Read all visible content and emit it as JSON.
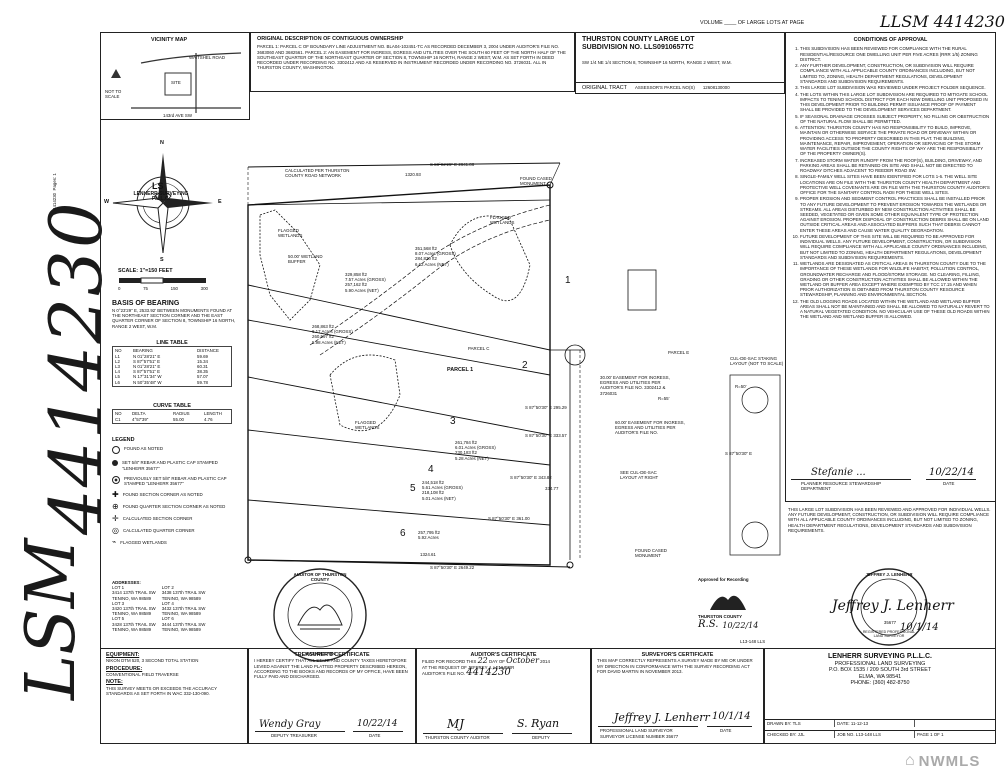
{
  "recording_number": "4414230",
  "lsm_label": "LSM",
  "margin_tiny": {
    "line1": "4414230",
    "line2": "Pages: 1"
  },
  "header": {
    "volume_text": "VOLUME ____ OF LARGE LOTS AT PAGE",
    "volume_handwritten": "LLSM 4414230"
  },
  "vicinity": {
    "title": "VICINITY MAP",
    "road": "WAITSHEL ROAD",
    "site": "SITE",
    "not_to_scale": "NOT TO SCALE",
    "road2": "143rd AVE SW"
  },
  "original_description": {
    "title": "ORIGINAL DESCRIPTION OF CONTIGUOUS OWNERSHIP",
    "text": "PARCEL 1: PARCEL C OF BOUNDARY LINE ADJUSTMENT NO. BLA04-102451-TC AS RECORDED DECEMBER 3, 2004 UNDER AUDITOR'S FILE NO. 3683060 AND 3682561. PARCEL 2: AN EASEMENT FOR INGRESS, EGRESS AND UTILITIES OVER THE SOUTH 60 FEET OF THE NORTH HALF OF THE SOUTHEAST QUARTER OF THE NORTHEAST QUARTER OF SECTION 8, TOWNSHIP 16 NORTH, RANGE 2 WEST, W.M. AS SET FORTH IN DEED RECORDED UNDER RECORDING NO. 3302412 AND AS RESERVED IN INSTRUMENT RECORDED UNDER RECORDING NO. 3726031. ALL IN THURSTON COUNTY, WASHINGTON."
  },
  "subdivision": {
    "line1": "THURSTON COUNTY LARGE LOT",
    "line2": "SUBDIVISION NO. LLS0910657TC",
    "location": "SW 1/4 NE 1/4 SECTION 8, TOWNSHIP 16 NORTH, RANGE 2 WEST, W.M.",
    "original_tract_label": "ORIGINAL TRACT",
    "assessor_label": "ASSESSOR'S PARCEL NO(S)",
    "assessor_no": "12608130000"
  },
  "conditions": {
    "title": "CONDITIONS OF APPROVAL",
    "items": [
      "THIS SUBDIVISION HAS BEEN REVIEWED FOR COMPLIANCE WITH THE RURAL RESIDENTIAL/RESOURCE ONE DWELLING UNIT PER FIVE ACRES (RRR 1/5) ZONING DISTRICT.",
      "ANY FURTHER DEVELOPMENT, CONSTRUCTION, OR SUBDIVISION WILL REQUIRE COMPLIANCE WITH ALL APPLICABLE COUNTY ORDINANCES INCLUDING, BUT NOT LIMITED TO, ZONING, HEALTH DEPARTMENT REGULATIONS, DEVELOPMENT STANDARDS AND SUBDIVISION REQUIREMENTS.",
      "THIS LARGE LOT SUBDIVISION WAS REVIEWED UNDER PROJECT FOLDER SEQUENCE.",
      "THE LOTS WITHIN THIS LARGE LOT SUBDIVISION ARE REQUIRED TO MITIGATE SCHOOL IMPACTS TO TENINO SCHOOL DISTRICT FOR EACH NEW DWELLING UNIT PROPOSED IN THIS DEVELOPMENT PRIOR TO BUILDING PERMIT ISSUANCE PROOF OF PAYMENT SHALL BE PROVIDED TO THE DEVELOPMENT SERVICES DEPARTMENT.",
      "IF SEASONAL DRAINAGE CROSSES SUBJECT PROPERTY, NO FILLING OR OBSTRUCTION OF THE NATURAL FLOW SHALL BE PERMITTED.",
      "ATTENTION: THURSTON COUNTY HAS NO RESPONSIBILITY TO BUILD, IMPROVE, MAINTAIN OR OTHERWISE SERVICE THE PRIVATE ROAD OR DRIVEWAY WITHIN OR PROVIDING ACCESS TO PROPERTY DESCRIBED IN THIS PLAT. THE BUILDING, MAINTENANCE, REPAIR, IMPROVEMENT, OPERATION OR SERVICING OF THE STORM WATER FACILITIES OUTSIDE THE COUNTY RIGHTS OF WAY ARE THE RESPONSIBILITY OF THE PROPERTY OWNER(S).",
      "INCREASED STORM WATER RUNOFF FROM THE ROOF(S), BUILDING, DRIVEWAY, AND PARKING AREAS SHALL BE RETAINED ON SITE AND SHALL NOT BE DIRECTED TO ROADWAY DITCHES ADJACENT TO REEDER ROAD SW.",
      "SINGLE-FAMILY WELL SITES HAVE BEEN IDENTIFIED FOR LOTS 1-6. THE WELL SITE LOCATIONS ARE ON FILE WITH THE THURSTON COUNTY HEALTH DEPARTMENT AND PROTECTIVE WELL COVENANTS ARE ON FILE WITH THE THURSTON COUNTY AUDITOR'S OFFICE FOR THE SANITARY CONTROL RADII FOR THESE WELL SITES.",
      "PROPER EROSION AND SEDIMENT CONTROL PRACTICES SHALL BE INSTALLED PRIOR TO ANY FUTURE DEVELOPMENT TO PREVENT EROSION TOWARDS THE WETLANDS OR STREAMS. ALL AREAS DISTURBED BY NEW CONSTRUCTION ACTIVITIES SHALL BE SEEDED, VEGETATED OR GIVEN SOME OTHER EQUIVALENT TYPE OF PROTECTION AGAINST EROSION. PROPER DISPOSAL OF CONSTRUCTION DEBRIS SHALL BE ON LAND OUTSIDE CRITICAL AREAS AND ASSOCIATED BUFFERS SUCH THAT DEBRIS CANNOT ENTER THESE AREAS AND CAUSE WATER QUALITY DEGRADATION.",
      "FUTURE DEVELOPMENT OF THIS SITE WILL BE REQUIRED TO BE APPROVED FOR INDIVIDUAL WELLS. ANY FUTURE DEVELOPMENT, CONSTRUCTION, OR SUBDIVISION WILL REQUIRE COMPLIANCE WITH ALL APPLICABLE COUNTY ORDINANCES INCLUDING, BUT NOT LIMITED TO ZONING, HEALTH DEPARTMENT REGULATIONS, DEVELOPMENT STANDARDS AND SUBDIVISION REQUIREMENTS.",
      "WETLANDS ARE DESIGNATED AS CRITICAL AREAS IN THURSTON COUNTY DUE TO THE IMPORTANCE OF THESE WETLANDS FOR WILDLIFE HABITAT, POLLUTION CONTROL, GROUNDWATER RECHARGE AND FLOOD/STORM STORAGE. NO CLEARING, FILLING, GRADING OR OTHER CONSTRUCTION ACTIVITIES SHALL BE ALLOWED WITHIN THE WETLAND OR BUFFER AREA EXCEPT WHERE EXEMPTED BY TCC 17.15 AND WHEN PRIOR AUTHORIZATION IS OBTAINED FROM THURSTON COUNTY RESOURCE STEWARDSHIP, PLANNING AND ENVIRONMENTAL SECTION.",
      "THE OLD LOGGING ROADS LOCATED WITHIN THE WETLAND AND WETLAND BUFFER AREAS SHALL NOT BE MAINTAINED AND SHALL BE ALLOWED TO NATURALLY REVERT TO A NATURAL VEGETATED CONDITION. NO VEHICULAR USE OF THESE OLD ROADS WITHIN THE WETLAND AND WETLAND BUFFER IS ALLOWED."
    ],
    "planner_label": "PLANNER RESOURCE STEWARDSHIP DEPARTMENT",
    "date_label": "DATE",
    "planner_signature": "Stefanie ...",
    "planner_date": "10/22/14"
  },
  "approval_note": "THIS LARGE LOT SUBDIVISION HAS BEEN REVIEWED AND APPROVED FOR INDIVIDUAL WELLS. ANY FUTURE DEVELOPMENT, CONSTRUCTION, OR SUBDIVISION WILL REQUIRE COMPLIANCE WITH ALL APPLICABLE COUNTY ORDINANCES INCLUDING, BUT NOT LIMITED TO ZONING, HEALTH DEPARTMENT REGULATIONS, DEVELOPMENT STANDARDS AND SUBDIVISION REQUIREMENTS.",
  "compass": {
    "n": "N",
    "s": "S",
    "e": "E",
    "w": "W",
    "company": "LENHERR SURVEYING P.L.L.C.",
    "initials": "LS"
  },
  "scale": {
    "label": "SCALE: 1\"=150 FEET",
    "ticks": [
      "0",
      "75",
      "150",
      "300"
    ]
  },
  "basis_of_bearing": {
    "title": "BASIS OF BEARING",
    "text": "N 0°23'29\" E, 2533.92' BETWEEN MONUMENTS FOUND AT THE NORTHEAST SECTION CORNER AND THE EAST QUARTER CORNER OF SECTION 8, TOWNSHIP 16 NORTH, RANGE 2 WEST, W.M."
  },
  "line_table": {
    "title": "LINE TABLE",
    "headers": [
      "NO",
      "BEARING",
      "DISTANCE"
    ],
    "rows": [
      [
        "L1",
        "N 01°28'21\" E",
        "59.69"
      ],
      [
        "L2",
        "S 87°57'51\" E",
        "15.34"
      ],
      [
        "L3",
        "N 01°28'21\" E",
        "60.31"
      ],
      [
        "L4",
        "S 87°57'51\" E",
        "38.35"
      ],
      [
        "L5",
        "N 17°31'34\" W",
        "57.07"
      ],
      [
        "L6",
        "N 50°35'48\" W",
        "59.78"
      ]
    ]
  },
  "curve_table": {
    "title": "CURVE TABLE",
    "headers": [
      "NO",
      "DELTA",
      "RADIUS",
      "LENGTH"
    ],
    "rows": [
      [
        "C1",
        "4°57'39\"",
        "55.00",
        "4.76"
      ]
    ]
  },
  "legend": {
    "title": "LEGEND",
    "items": [
      "FOUND AS NOTED",
      "SET 5/8\" REBAR AND PLASTIC CAP STAMPED \"LENHERR 35677\"",
      "PREVIOUSLY SET 5/8\" REBAR AND PLASTIC CAP STAMPED \"LENHERR 35677\"",
      "FOUND SECTION CORNER AS NOTED",
      "FOUND QUARTER SECTION CORNER AS NOTED",
      "CALCULATED SECTION CORNER",
      "CALCULATED QUARTER CORNER",
      "FLAGGED WETLANDS"
    ]
  },
  "addresses": {
    "title": "ADDRESSES:",
    "col1": [
      "LOT 1",
      "3414 137th TRAIL SW",
      "TENINO, WA 98589",
      "LOT 3",
      "3420 137th TRAIL SW",
      "TENINO, WA 98589",
      "LOT 5",
      "3428 137th TRAIL SW",
      "TENINO, WA 98589"
    ],
    "col2": [
      "LOT 2",
      "3438 137th TRAIL SW",
      "TENINO, WA 98589",
      "LOT 4",
      "3432 137th TRAIL SW",
      "TENINO, WA 98589",
      "LOT 6",
      "3444 137th TRAIL SW",
      "TENINO, WA 98589"
    ]
  },
  "map": {
    "lots": [
      "1",
      "2",
      "3",
      "4",
      "5",
      "6"
    ],
    "parcel_label": "PARCEL 1",
    "parcel_c": "PARCEL C",
    "parcel_e": "PARCEL E",
    "top_bearing": "S 88°02'25\" E  2641.86",
    "bottom_bearing": "S 87°50'30\" E  2649.22",
    "dist_1324": "1324.61",
    "dist_1320": "1320.93",
    "flagged_wetlands": "FLAGGED WETLANDS",
    "flagged_wetlands2": "FLAGGED WETLANDS",
    "flagged_wetlands3": "FLAGGED WETLANDS",
    "wetland_buffer": "50.00' WETLAND BUFFER",
    "calc_road": "CALCULATED PER THURSTON COUNTY ROAD NETWORK",
    "found_monument": "FOUND CASED MONUMENT",
    "found_monument2": "FOUND CASED MONUMENT",
    "easement_30": "30.00' EASEMENT FOR INGRESS, EGRESS AND UTILITIES PER AUDITOR'S FILE NO. 3302412 & 3726031",
    "easement_60": "60.00' EASEMENT FOR INGRESS, EGRESS AND UTILITIES PER AUDITOR'S FILE NO.",
    "see_culdesac": "SEE CUL-DE-SAC LAYOUT AT RIGHT",
    "culdesac_label": "CUL-DE-SAC STAKING LAYOUT (NOT TO SCALE)",
    "lot_areas": [
      {
        "lot": "1",
        "gross": "351,568 ft2",
        "ac_gross": "8.07 Acres (GROSS)",
        "net": "284,830 ft2",
        "ac_net": "6.62 Acres (NET)"
      },
      {
        "lot": "2",
        "gross": "329,858 ft2",
        "ac_gross": "7.57 Acres (GROSS)",
        "net": "257,162 ft2",
        "ac_net": "5.90 Acres (NET)"
      },
      {
        "lot": "3",
        "gross": "268,863 ft2",
        "ac_gross": "6.17 Acres (GROSS)",
        "net": "260,597 ft2",
        "ac_net": "5.98 Acres (NET)"
      },
      {
        "lot": "4",
        "gross": "261,784 ft2",
        "ac_gross": "6.01 Acres (GROSS)",
        "net": "230,183 ft2",
        "ac_net": "5.28 Acres (NET)"
      },
      {
        "lot": "5",
        "gross": "244,518 ft2",
        "ac_gross": "5.61 Acres (GROSS)",
        "net": "218,108 ft2",
        "ac_net": "5.01 Acres (NET)"
      },
      {
        "lot": "6",
        "gross": "257,795 ft2",
        "ac_gross": "5.92 Acres",
        "net": "",
        "ac_net": ""
      }
    ],
    "lot_bearings": [
      "S 87°50'30\" E  333.57",
      "S 87°50'30\" E  343.82",
      "S 87°50'30\" E  361.00",
      "S 87°50'30\" E  295.29",
      "S 87°50'30\" E"
    ],
    "r55": "R=55'",
    "r50": "R=50'",
    "center_dist": "334.77"
  },
  "auditor_seal": {
    "text": "AUDITOR OF THURSTON COUNTY",
    "bottom": "WASHINGTON"
  },
  "approved_recording": {
    "label": "Approved for Recording",
    "county": "THURSTON COUNTY",
    "signature": "R.S.",
    "date": "10/22/14"
  },
  "surveyor_seal": {
    "name": "JEFFREY J. LENHERR",
    "sub": "REGISTERED PROFESSIONAL LAND SURVEYOR",
    "num": "35677",
    "signature": "Jeffrey J. Lenherr",
    "date": "10/1/14"
  },
  "equipment": {
    "title": "EQUIPMENT:",
    "text": "NIKON DTM 520, 3 SECOND TOTAL STATION",
    "procedure_title": "PROCEDURE:",
    "procedure_text": "CONVENTIONAL FIELD TRAVERSE",
    "note_title": "NOTE:",
    "note_text": "THIS SURVEY MEETS OR EXCEEDS THE ACCURACY STANDARDS AS SET FORTH IN WAC 332-130-090."
  },
  "treasurer": {
    "title": "TREASURER'S CERTIFICATE",
    "text": "I HEREBY CERTIFY THAT ALL STATE AND COUNTY TAXES HERETOFORE LEVIED AGAINST THE LAND PLATTED PROPERTY DESCRIBED HEREON, ACCORDING TO THE BOOKS AND RECORDS OF MY OFFICE, HAVE BEEN FULLY PAID AND DISCHARGED.",
    "signature": "Wendy Gray",
    "date": "10/22/14",
    "sig_label": "DEPUTY TREASURER",
    "date_label": "DATE"
  },
  "auditor": {
    "title": "AUDITOR'S CERTIFICATE",
    "line1": "FILED FOR RECORD THIS",
    "day": "22",
    "line1b": "DAY OF",
    "month": "October",
    "year": "2014",
    "line2": "AT THE REQUEST OF JEFFREY J. LENHERR",
    "line3": "AUDITOR'S FILE NO.",
    "file_no": "4414230",
    "signature_aud": "MJ",
    "signature_dep": "S. Ryan",
    "label1": "THURSTON COUNTY AUDITOR",
    "label2": "DEPUTY"
  },
  "surveyor": {
    "title": "SURVEYOR'S CERTIFICATE",
    "text": "THIS MAP CORRECTLY REPRESENTS A SURVEY MADE BY ME OR UNDER MY DIRECTION IN CONFORMANCE WITH THE SURVEY RECORDING ACT FOR DAVID MARTIN IN NOVEMBER 2013.",
    "signature": "Jeffrey J. Lenherr",
    "date": "10/1/14",
    "label1": "PROFESSIONAL LAND SURVEYOR",
    "label2": "SURVEYOR LICENSE NUMBER 35677",
    "label3": "DATE"
  },
  "company": {
    "name": "LENHERR SURVEYING P.L.L.C.",
    "sub": "PROFESSIONAL LAND SURVEYING",
    "addr": "P.O. BOX 1535 / 209 SOUTH 3rd STREET",
    "city": "ELMA, WA 98541",
    "phone": "PHONE: (360) 482-8750",
    "drawn": "DRAWN BY: TLS",
    "date": "DATE: 11-12-13",
    "checked": "CHECKED BY: JJL",
    "job": "JOB NO. L13-148 LLS",
    "page": "PAGE 1 OF 1",
    "bottom_label": "L13-148 LLS"
  },
  "watermark": "NWMLS"
}
